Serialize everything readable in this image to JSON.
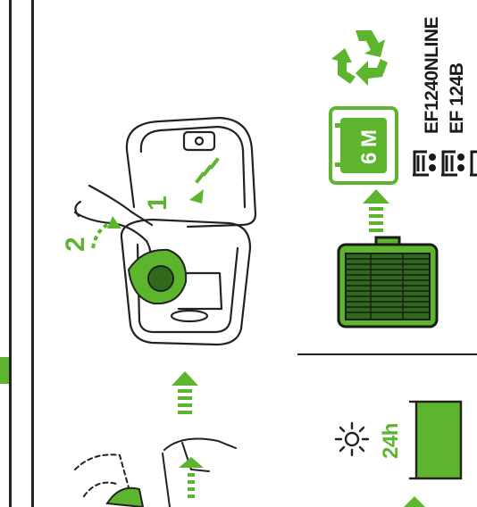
{
  "model_codes": [
    "EF1240NLINE",
    "EF 124B"
  ],
  "steps": {
    "one": "1",
    "two": "2"
  },
  "filter_life": "6 M",
  "dry_time": "24h",
  "icons": [
    "recycle-icon",
    "calendar-icon",
    "basket-icon",
    "sun-icon",
    "arrow-icon"
  ],
  "colors": {
    "green": "#5db52d",
    "line": "#222222",
    "bg": "#ffffff"
  }
}
